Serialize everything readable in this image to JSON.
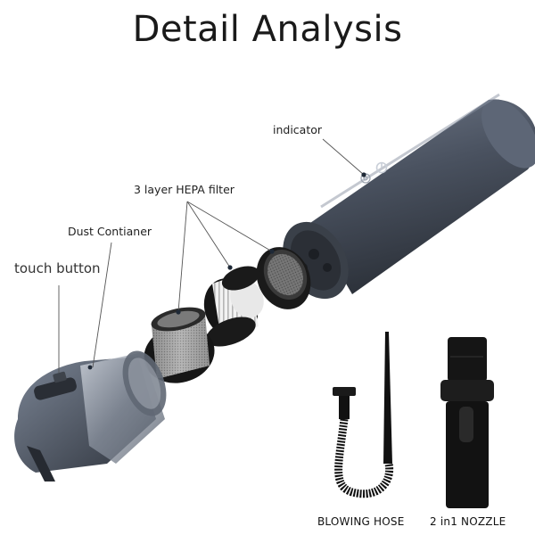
{
  "title": "Detail Analysis",
  "callouts": {
    "indicator": "indicator",
    "hepa_filter": "3 layer HEPA filter",
    "dust_container": "Dust Contianer",
    "touch_button": "touch button"
  },
  "accessories": {
    "blowing_hose": "BLOWING HOSE",
    "nozzle": "2 in1 NOZZLE"
  },
  "colors": {
    "body": "#4a5260",
    "body_dark": "#2e333c",
    "body_light": "#7a8494",
    "black": "#141414",
    "mesh": "#9a9a9a",
    "leader": "#555555"
  }
}
